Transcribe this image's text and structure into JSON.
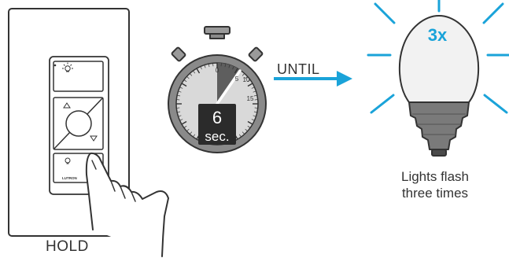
{
  "hold_label": "HOLD",
  "until_label": "UNTIL",
  "timer": {
    "seconds_value": "6",
    "seconds_unit": "sec.",
    "dial_numbers": [
      "0",
      "5",
      "10",
      "15"
    ]
  },
  "bulb_badge": "3x",
  "caption": {
    "line1": "Lights flash",
    "line2": "three times"
  },
  "switch_brand": "LUTRON",
  "colors": {
    "accent_blue": "#1aa3d9",
    "line": "#333333",
    "timer_body": "#8a8a8a",
    "timer_face": "#d9d9d9",
    "elapsed_wedge": "#5e5e5e",
    "bulb_glass": "#f2f2f2",
    "bulb_base": "#7a7a7a"
  },
  "icons": [
    "light-switch-icon",
    "pointing-hand-icon",
    "stopwatch-icon",
    "arrow-right-icon",
    "light-bulb-icon"
  ]
}
